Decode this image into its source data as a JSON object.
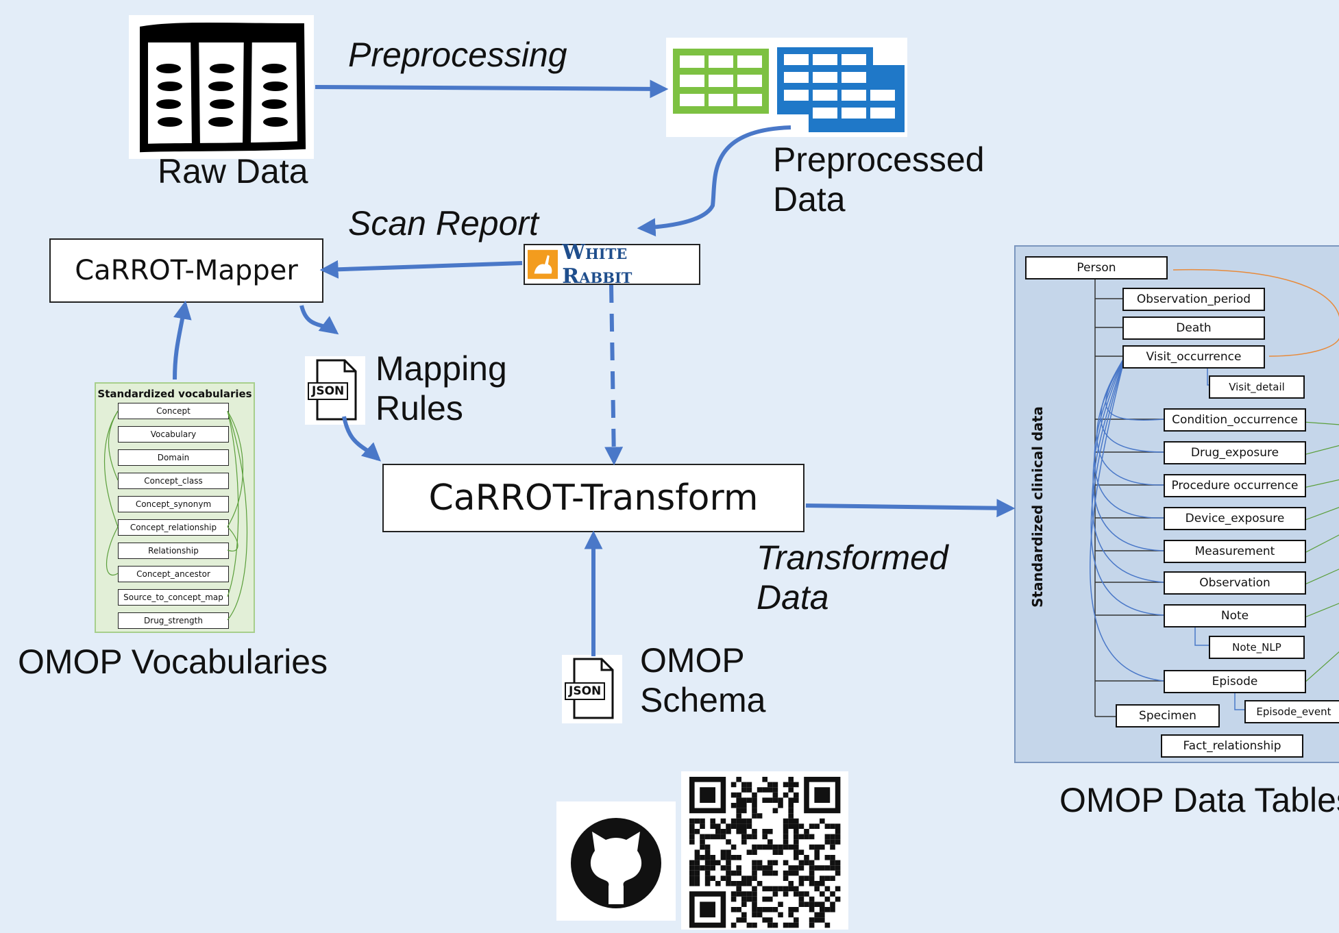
{
  "labels": {
    "preprocessing": "Preprocessing",
    "raw_data": "Raw Data",
    "preprocessed_data_line1": "Preprocessed",
    "preprocessed_data_line2": "Data",
    "scan_report": "Scan Report",
    "mapping_rules_line1": "Mapping",
    "mapping_rules_line2": "Rules",
    "transformed_data_line1": "Transformed",
    "transformed_data_line2": "Data",
    "omop_schema_line1": "OMOP",
    "omop_schema_line2": "Schema",
    "omop_vocabularies": "OMOP Vocabularies",
    "omop_data_tables": "OMOP Data Tables"
  },
  "boxes": {
    "mapper": "CaRROT-Mapper",
    "transform": "CaRROT-Transform"
  },
  "white_rabbit": "White Rabbit",
  "json_badge": "JSON",
  "vocab": {
    "title": "Standardized vocabularies",
    "items": [
      "Concept",
      "Vocabulary",
      "Domain",
      "Concept_class",
      "Concept_synonym",
      "Concept_relationship",
      "Relationship",
      "Concept_ancestor",
      "Source_to_concept_map",
      "Drug_strength"
    ]
  },
  "omop": {
    "side_label": "Standardized clinical data",
    "person": "Person",
    "observation_period": "Observation_period",
    "death": "Death",
    "visit_occurrence": "Visit_occurrence",
    "visit_detail": "Visit_detail",
    "condition_occurrence": "Condition_occurrence",
    "drug_exposure": "Drug_exposure",
    "procedure_occurrence": "Procedure occurrence",
    "device_exposure": "Device_exposure",
    "measurement": "Measurement",
    "observation": "Observation",
    "note": "Note",
    "note_nlp": "Note_NLP",
    "episode": "Episode",
    "specimen": "Specimen",
    "episode_event": "Episode_event",
    "fact_relationship": "Fact_relationship"
  },
  "colors": {
    "background": "#e3edf8",
    "arrow": "#4a78c8",
    "green_table": "#7dc142",
    "blue_table": "#1f78c8"
  }
}
